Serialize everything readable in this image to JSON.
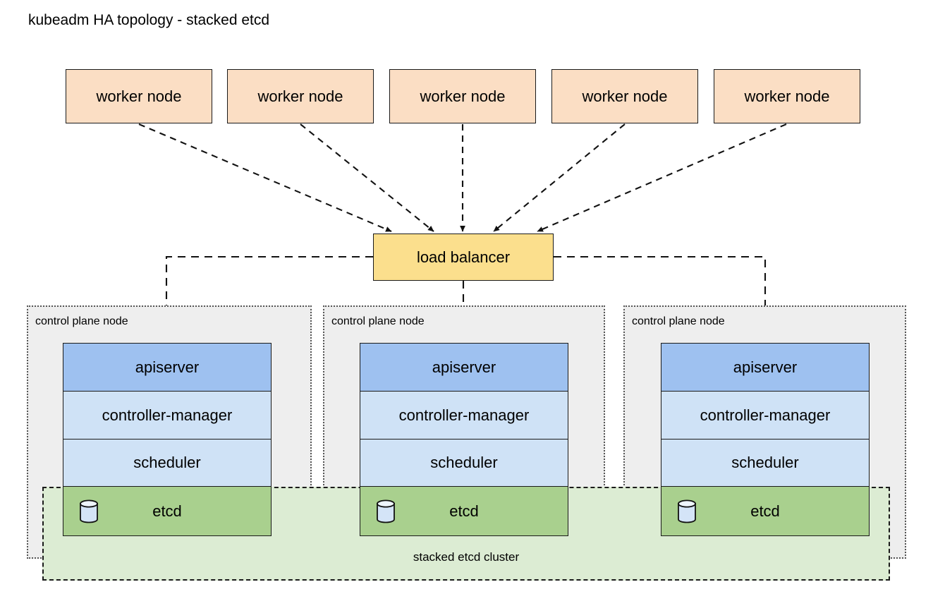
{
  "diagram": {
    "title": "kubeadm HA topology - stacked etcd",
    "type": "architecture-topology"
  },
  "workers": {
    "nodes": [
      {
        "label": "worker node"
      },
      {
        "label": "worker node"
      },
      {
        "label": "worker node"
      },
      {
        "label": "worker node"
      },
      {
        "label": "worker node"
      }
    ]
  },
  "load_balancer": {
    "label": "load balancer"
  },
  "control_planes": [
    {
      "label": "control plane node",
      "components": [
        {
          "name": "apiserver",
          "label": "apiserver"
        },
        {
          "name": "controller-manager",
          "label": "controller-manager"
        },
        {
          "name": "scheduler",
          "label": "scheduler"
        },
        {
          "name": "etcd",
          "label": "etcd",
          "icon": "database-cylinder-icon"
        }
      ]
    },
    {
      "label": "control plane node",
      "components": [
        {
          "name": "apiserver",
          "label": "apiserver"
        },
        {
          "name": "controller-manager",
          "label": "controller-manager"
        },
        {
          "name": "scheduler",
          "label": "scheduler"
        },
        {
          "name": "etcd",
          "label": "etcd",
          "icon": "database-cylinder-icon"
        }
      ]
    },
    {
      "label": "control plane node",
      "components": [
        {
          "name": "apiserver",
          "label": "apiserver"
        },
        {
          "name": "controller-manager",
          "label": "controller-manager"
        },
        {
          "name": "scheduler",
          "label": "scheduler"
        },
        {
          "name": "etcd",
          "label": "etcd",
          "icon": "database-cylinder-icon"
        }
      ]
    }
  ],
  "etcd_cluster": {
    "label": "stacked etcd cluster"
  },
  "colors": {
    "worker_fill": "#fbdec4",
    "load_balancer_fill": "#fbdf8d",
    "apiserver_fill": "#9ec1f0",
    "component_fill": "#cfe2f6",
    "etcd_fill": "#a9d08e",
    "etcd_cluster_fill": "#dcecd3",
    "control_plane_fill": "#eeeeee",
    "stroke": "#1a1a1a",
    "db_icon_fill": "#d4e4f7"
  }
}
